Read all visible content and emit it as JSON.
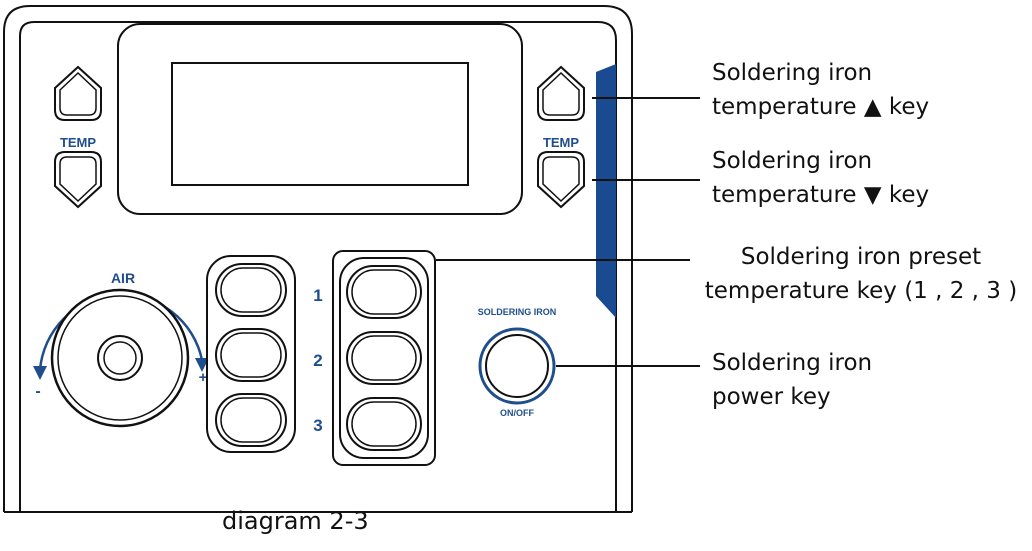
{
  "panel": {
    "temp_label_left": "TEMP",
    "temp_label_right": "TEMP",
    "air_label": "AIR",
    "air_minus": "-",
    "air_plus": "+",
    "preset_numbers": [
      "1",
      "2",
      "3"
    ],
    "soldering_iron_label": "SOLDERING IRON",
    "on_off_label": "ON/OFF",
    "accent_color": "#1f4e8c",
    "stripe_color": "#1a4a8f"
  },
  "callouts": [
    {
      "lines": [
        "Soldering iron",
        "temperature ▲ key"
      ]
    },
    {
      "lines": [
        "Soldering iron",
        "temperature ▼ key"
      ]
    },
    {
      "lines": [
        "Soldering iron preset",
        "temperature key (1 , 2 , 3 )"
      ]
    },
    {
      "lines": [
        "Soldering iron",
        "power key"
      ]
    }
  ],
  "caption": "diagram 2-3"
}
